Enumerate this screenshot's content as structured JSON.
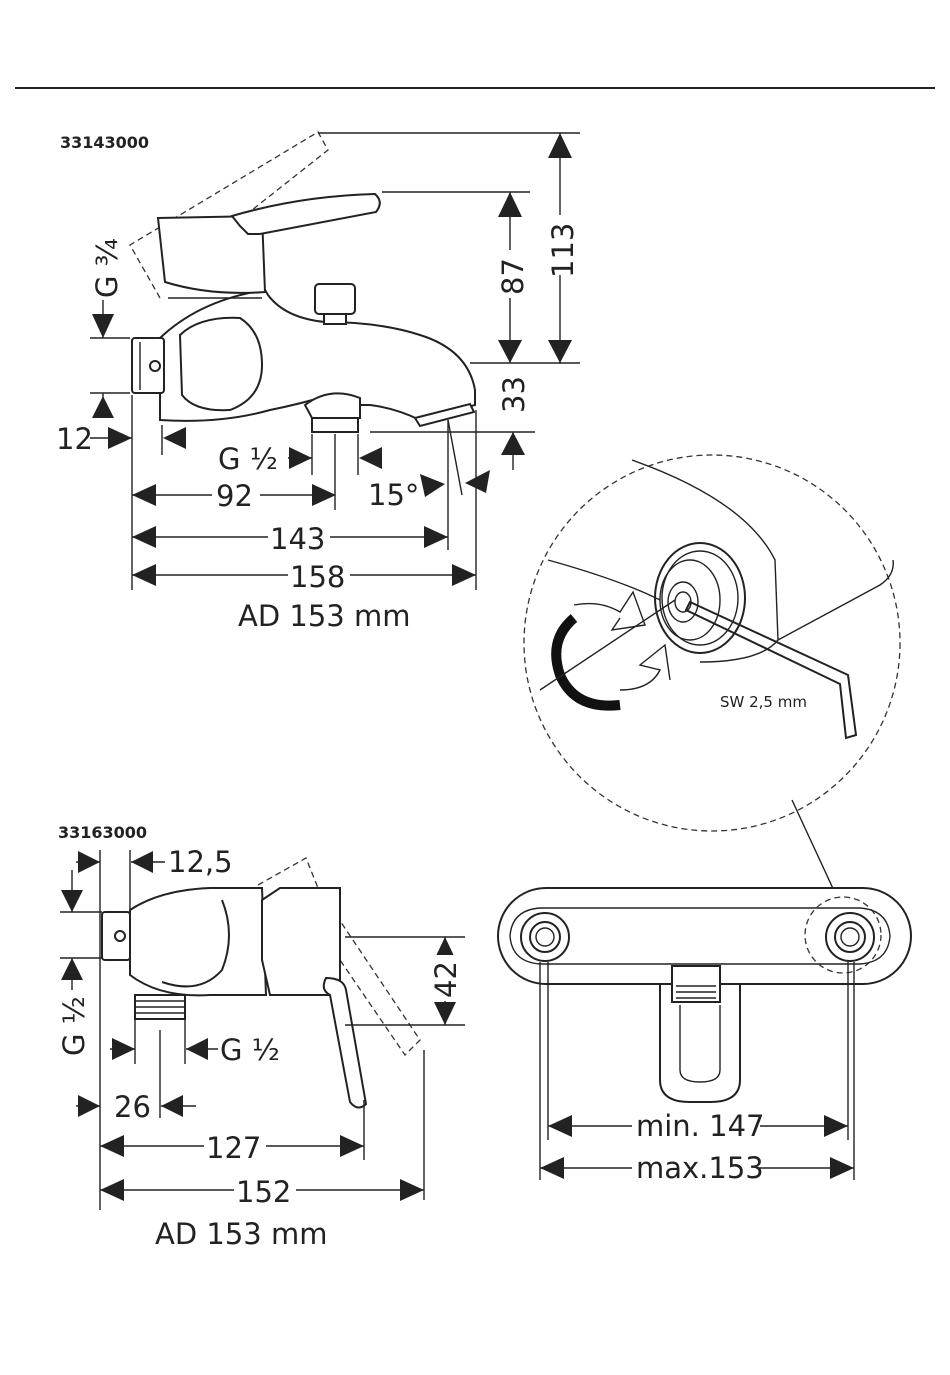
{
  "drawing1": {
    "code": "33143000",
    "dims": {
      "d113": "113",
      "d87": "87",
      "d33": "33",
      "d12": "12",
      "g34": "G ¾",
      "g12": "G ½",
      "d92": "92",
      "angle": "15°",
      "d143": "143",
      "d158": "158"
    },
    "ad": "AD 153 mm"
  },
  "detail": {
    "sw": "SW 2,5 mm"
  },
  "drawing2": {
    "code": "33163000",
    "dims": {
      "d125": "12,5",
      "g12_side": "G ½",
      "g12": "G ½",
      "d42": "42",
      "d26": "26",
      "d127": "127",
      "d152": "152"
    },
    "ad": "AD 153 mm"
  },
  "topview": {
    "min": "min. 147",
    "max": "max.153"
  }
}
